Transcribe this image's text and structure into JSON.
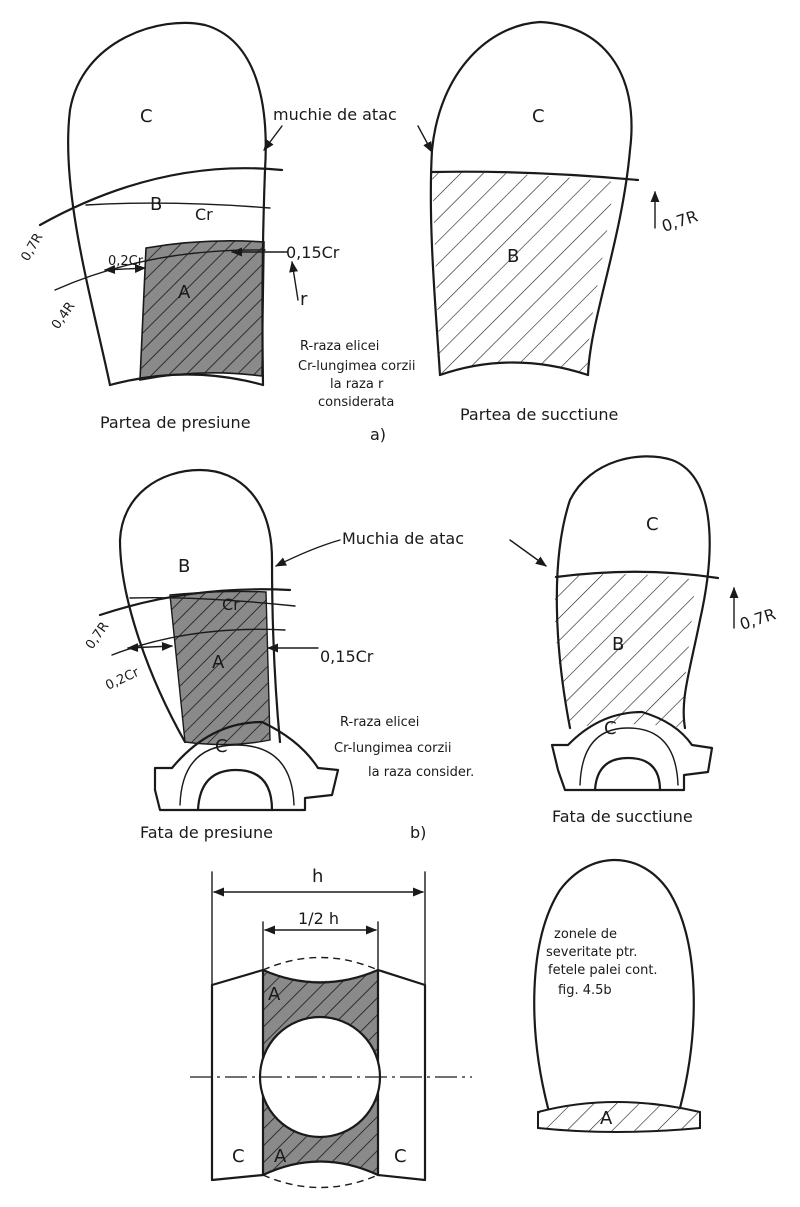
{
  "colors": {
    "ink": "#1a1a1a",
    "dark_fill": "#8a8a8a",
    "paper": "#ffffff"
  },
  "panel_a": {
    "leading_edge_label": "muchie de atac",
    "pressure": {
      "zone_c": "C",
      "zone_b": "B",
      "zone_a": "A",
      "chord": "Cr",
      "dim_07r": "0,7R",
      "dim_04r": "0,4R",
      "dim_02cr": "0,2Cr",
      "dim_015cr": "0,15Cr",
      "radius": "r",
      "caption": "Partea de presiune"
    },
    "suction": {
      "zone_c": "C",
      "zone_b": "B",
      "dim_07r": "0,7R",
      "caption": "Partea de succtiune"
    },
    "legend": [
      "R-raza elicei",
      "Cr-lungimea corzii",
      "la raza r",
      "considerata"
    ],
    "tag": "a)"
  },
  "panel_b": {
    "leading_edge_label": "Muchia de atac",
    "pressure": {
      "zone_b": "B",
      "zone_a": "A",
      "zone_c": "C",
      "chord": "Cr",
      "dim_07r": "0,7R",
      "dim_02cr": "0,2Cr",
      "dim_015cr": "0,15Cr",
      "caption": "Fata de presiune"
    },
    "suction": {
      "zone_c": "C",
      "zone_b": "B",
      "zone_hub": "C",
      "dim_07r": "0,7R",
      "caption": "Fata de succtiune"
    },
    "legend": [
      "R-raza elicei",
      "Cr-lungimea corzii",
      "la raza consider."
    ],
    "tag": "b)"
  },
  "panel_c": {
    "dim_h": "h",
    "dim_half_h": "1/2 h",
    "zone_a_top": "A",
    "zone_a_bottom": "A",
    "zone_c_left": "C",
    "zone_c_right": "C",
    "blade_zone_a": "A",
    "note": [
      "zonele de",
      "severitate ptr.",
      "fetele palei cont.",
      "fig. 4.5b"
    ]
  }
}
